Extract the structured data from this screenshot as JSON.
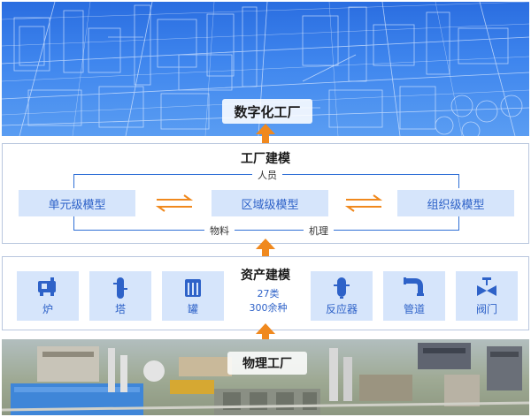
{
  "digital_factory": {
    "label": "数字化工厂"
  },
  "factory_modeling": {
    "title": "工厂建模",
    "top_label": "人员",
    "bottom_labels": [
      "物料",
      "机理"
    ],
    "models": [
      "单元级模型",
      "区域级模型",
      "组织级模型"
    ]
  },
  "asset_modeling": {
    "title": "资产建模",
    "count_types": "27类",
    "count_kinds": "300余种",
    "assets": [
      {
        "label": "炉",
        "icon": "furnace-icon"
      },
      {
        "label": "塔",
        "icon": "tower-icon"
      },
      {
        "label": "罐",
        "icon": "tank-icon"
      },
      {
        "label": "反应器",
        "icon": "reactor-icon"
      },
      {
        "label": "管道",
        "icon": "pipe-icon"
      },
      {
        "label": "阀门",
        "icon": "valve-icon"
      }
    ]
  },
  "physical_factory": {
    "label": "物理工厂"
  },
  "colors": {
    "accent_orange": "#f0891e",
    "model_fill": "#d6e5fb",
    "model_text": "#2e62c8",
    "bracket_blue": "#2f6fd6",
    "digital_blue": "#3f86ee"
  }
}
